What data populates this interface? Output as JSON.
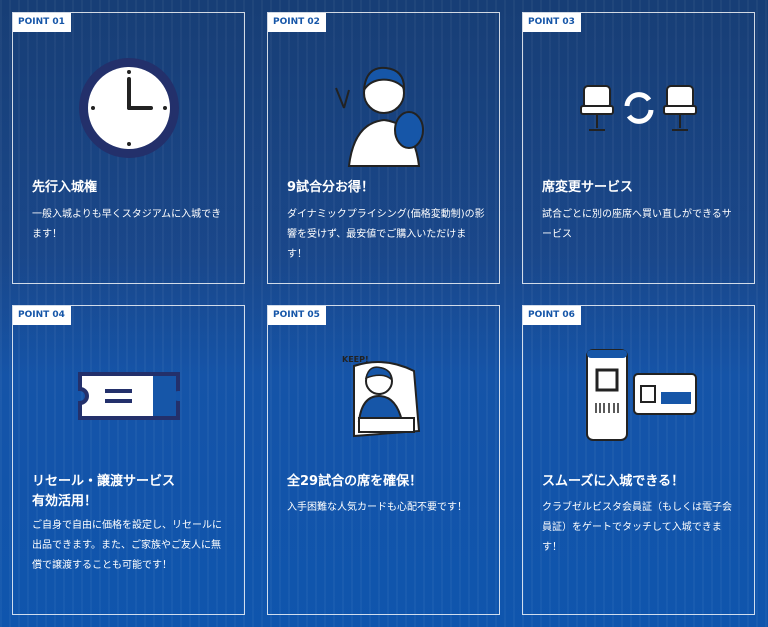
{
  "points": [
    {
      "badge": "POINT 01",
      "title": "先行入城権",
      "desc": "一般入城よりも早くスタジアムに入城できます！"
    },
    {
      "badge": "POINT 02",
      "title": "9試合分お得！",
      "desc": "ダイナミックプライシング(価格変動制)の影響を受けず、最安値でご購入いただけます！"
    },
    {
      "badge": "POINT 03",
      "title": "席変更サービス",
      "desc": "試合ごとに別の座席へ買い直しができるサービス"
    },
    {
      "badge": "POINT 04",
      "title": "リセール・譲渡サービス",
      "title2": "有効活用！",
      "desc": "ご自身で自由に価格を設定し、リセールに出品できます。また、ご家族やご友人に無償で譲渡することも可能です！"
    },
    {
      "badge": "POINT 05",
      "title": "全29試合の席を確保！",
      "desc": "入手困難な人気カードも心配不要です！",
      "icon_text": "KEEP!"
    },
    {
      "badge": "POINT 06",
      "title": "スムーズに入城できる！",
      "desc": "クラブゼルビスタ会員証（もしくは電子会員証）をゲートでタッチして入城できます！"
    }
  ],
  "colors": {
    "accent": "#1656a8",
    "navy": "#23306b"
  }
}
